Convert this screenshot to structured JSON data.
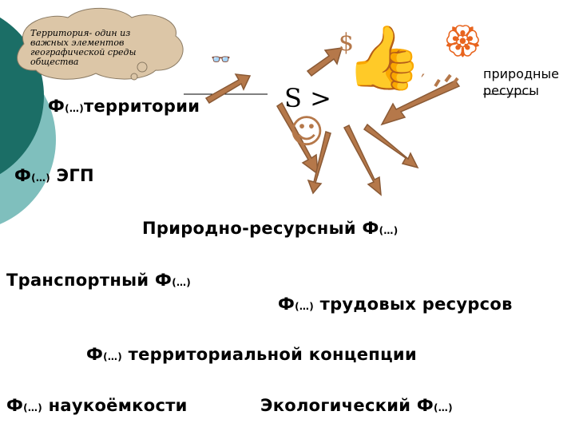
{
  "cloud": {
    "text": "Территория- один из важных элементов географической среды общества"
  },
  "natural_resources_label": "природные ресурсы",
  "center": {
    "s_symbol": "S >",
    "dollar": "$",
    "prime": "′"
  },
  "glyphs": {
    "missing": "",
    "glasses": "👓",
    "thumbs_up": "👍",
    "flower": "🏵",
    "smiley": "☺"
  },
  "factors": {
    "territory": {
      "prefix": "Ф",
      "paren": "(…)",
      "text": "территории"
    },
    "egp": {
      "prefix": "Ф",
      "paren": "(…)",
      "text": " ЭГП"
    },
    "natural_resource": {
      "text": "Природно-ресурсный Ф",
      "paren": "(…)"
    },
    "transport": {
      "text": "Транспортный Ф",
      "paren": "(…)"
    },
    "labor": {
      "prefix": "Ф",
      "paren": "(…)",
      "text": " трудовых  ресурсов"
    },
    "concept": {
      "prefix": "Ф",
      "paren": "(…)",
      "text": " территориальной концепции"
    },
    "science": {
      "prefix": "Ф",
      "paren": "(…)",
      "text": " наукоёмкости"
    },
    "ecology": {
      "text": "Экологический Ф",
      "paren": "(…)"
    }
  },
  "colors": {
    "teal_dark": "#1b6e66",
    "teal_light": "#7fbfbd",
    "arrow": "#b5784a",
    "arrow_edge": "#8a5a36",
    "cloud": "#dcc6a7"
  }
}
